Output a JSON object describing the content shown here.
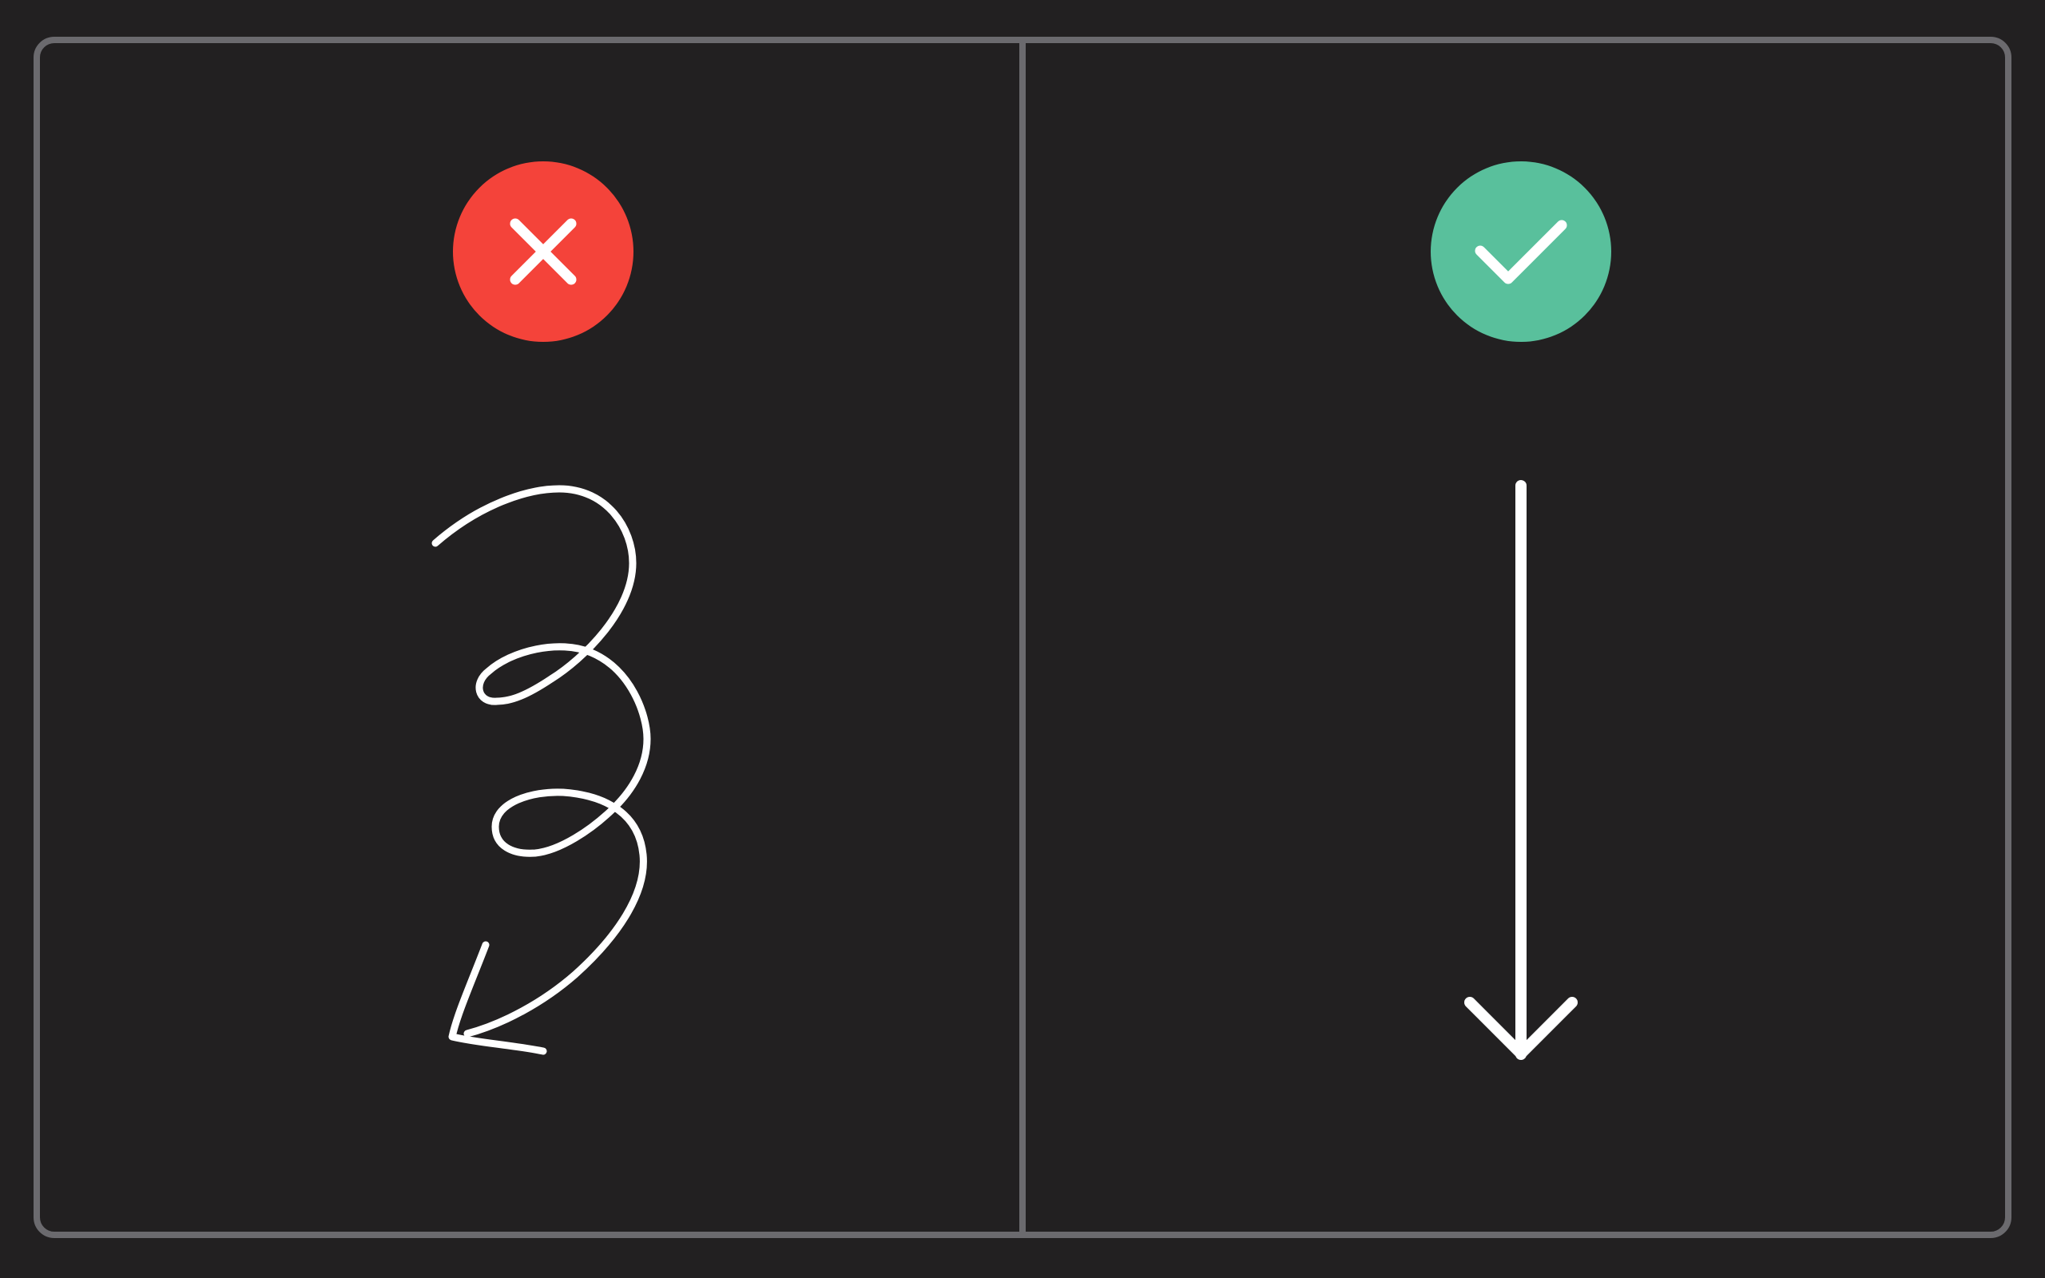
{
  "colors": {
    "background": "#222021",
    "frame": "#6b6a6e",
    "wrong": "#f4433a",
    "right": "#59c09c",
    "stroke": "#ffffff"
  },
  "panels": [
    {
      "id": "left",
      "verdict": "incorrect",
      "badge_icon": "x-mark-icon",
      "illustration": "loopy-scribble-arrow"
    },
    {
      "id": "right",
      "verdict": "correct",
      "badge_icon": "check-mark-icon",
      "illustration": "straight-down-arrow"
    }
  ]
}
